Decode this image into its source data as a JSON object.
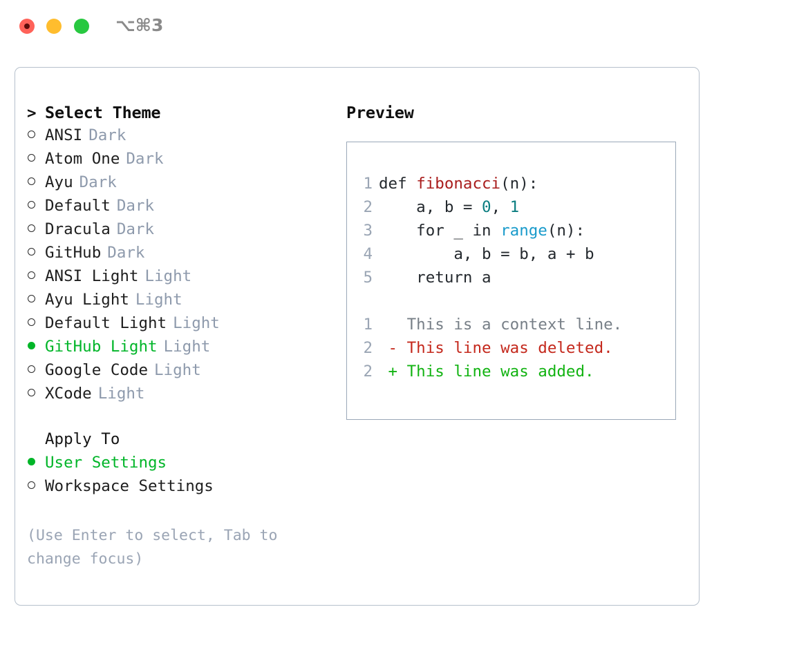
{
  "window": {
    "shortcut": "⌥⌘3",
    "traffic_lights": [
      {
        "name": "close",
        "color": "#ff6259"
      },
      {
        "name": "minimize",
        "color": "#ffbd2e"
      },
      {
        "name": "maximize",
        "color": "#28c840"
      }
    ]
  },
  "theme_select": {
    "caret": ">",
    "header": "Select Theme",
    "items": [
      {
        "label": "ANSI",
        "tag": "Dark",
        "selected": false
      },
      {
        "label": "Atom One",
        "tag": "Dark",
        "selected": false
      },
      {
        "label": "Ayu",
        "tag": "Dark",
        "selected": false
      },
      {
        "label": "Default",
        "tag": "Dark",
        "selected": false
      },
      {
        "label": "Dracula",
        "tag": "Dark",
        "selected": false
      },
      {
        "label": "GitHub",
        "tag": "Dark",
        "selected": false
      },
      {
        "label": "ANSI Light",
        "tag": "Light",
        "selected": false
      },
      {
        "label": "Ayu Light",
        "tag": "Light",
        "selected": false
      },
      {
        "label": "Default Light",
        "tag": "Light",
        "selected": false
      },
      {
        "label": "GitHub Light",
        "tag": "Light",
        "selected": true
      },
      {
        "label": "Google Code",
        "tag": "Light",
        "selected": false
      },
      {
        "label": "XCode",
        "tag": "Light",
        "selected": false
      }
    ]
  },
  "apply_to": {
    "header": "Apply To",
    "items": [
      {
        "label": "User Settings",
        "selected": true
      },
      {
        "label": "Workspace Settings",
        "selected": false
      }
    ]
  },
  "hint": "(Use Enter to select, Tab to change focus)",
  "preview": {
    "title": "Preview",
    "code_lines": [
      {
        "num": "1",
        "tokens": [
          {
            "t": "def ",
            "c": "plain"
          },
          {
            "t": "fibonacci",
            "c": "fn"
          },
          {
            "t": "(n):",
            "c": "plain"
          }
        ]
      },
      {
        "num": "2",
        "tokens": [
          {
            "t": "    a, b = ",
            "c": "plain"
          },
          {
            "t": "0",
            "c": "num"
          },
          {
            "t": ", ",
            "c": "plain"
          },
          {
            "t": "1",
            "c": "num"
          }
        ]
      },
      {
        "num": "3",
        "tokens": [
          {
            "t": "    for _ in ",
            "c": "plain"
          },
          {
            "t": "range",
            "c": "call"
          },
          {
            "t": "(n):",
            "c": "plain"
          }
        ]
      },
      {
        "num": "4",
        "tokens": [
          {
            "t": "        a, b = b, a + b",
            "c": "plain"
          }
        ]
      },
      {
        "num": "5",
        "tokens": [
          {
            "t": "    return a",
            "c": "plain"
          }
        ]
      }
    ],
    "diff_lines": [
      {
        "num": "1",
        "sign": "  ",
        "text": "This is a context line.",
        "kind": "ctx"
      },
      {
        "num": "2",
        "sign": "- ",
        "text": "This line was deleted.",
        "kind": "del"
      },
      {
        "num": "2",
        "sign": "+ ",
        "text": "This line was added.",
        "kind": "add"
      }
    ]
  },
  "colors": {
    "accent_green": "#00b528",
    "tag_gray": "#8e9aac",
    "hint_gray": "#9aa4b4",
    "panel_border": "#b6c0cc",
    "preview_border": "#9aa8b8",
    "diff_add": "#12b312",
    "diff_del": "#c4281c",
    "code_fn": "#a91d1d",
    "code_num": "#0b7d80",
    "code_call": "#1a9bcb"
  }
}
